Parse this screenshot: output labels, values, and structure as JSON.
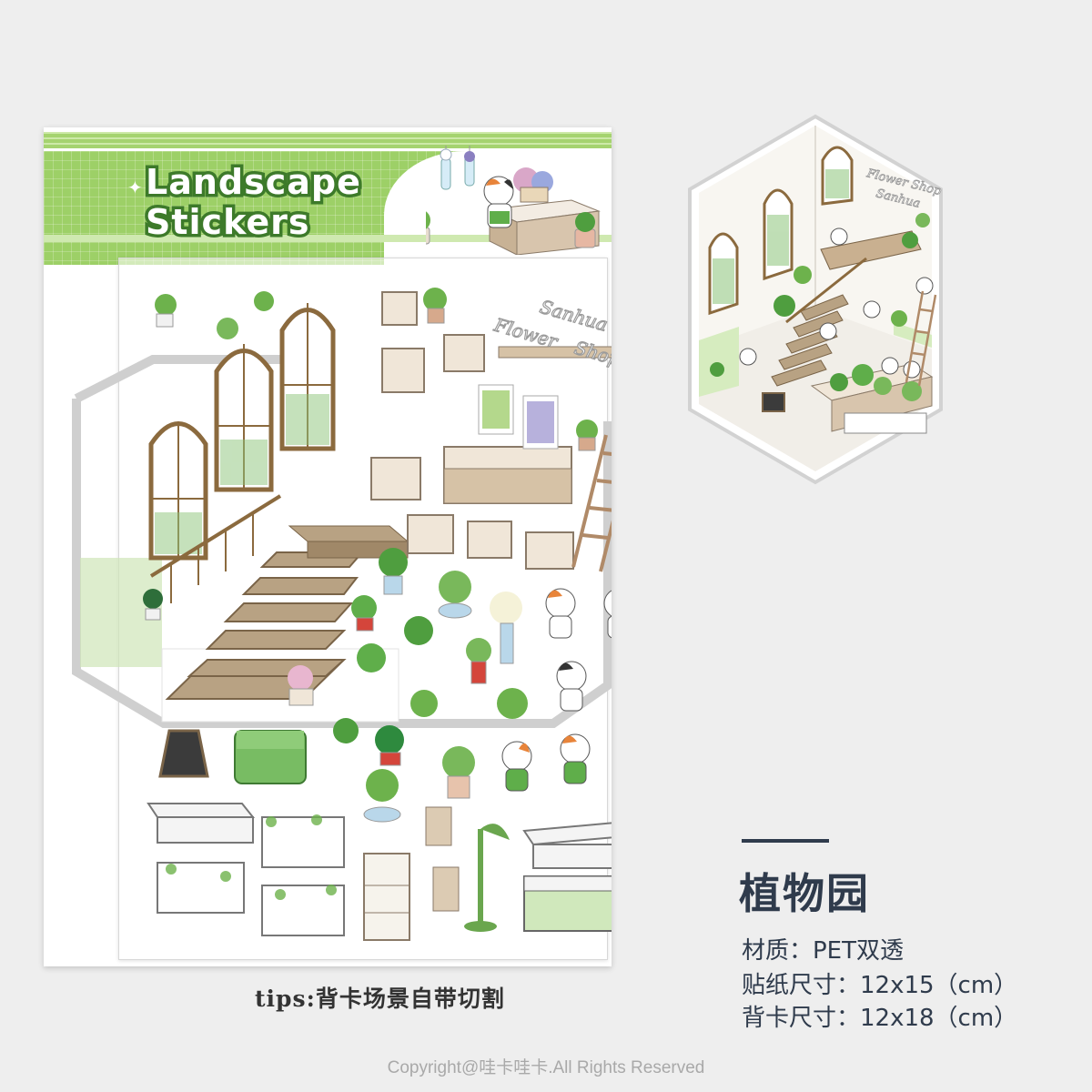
{
  "banner": {
    "title_line1": "Landscape",
    "title_line2": "Stickers"
  },
  "sticker_sheet": {
    "sign_lines": [
      "Sanhua",
      "Flower",
      "Shop"
    ]
  },
  "preview": {
    "sign_line1": "Flower Shop",
    "sign_line2": "Sanhua"
  },
  "product": {
    "name": "植物园",
    "material": "材质：PET双透",
    "sticker_size": "贴纸尺寸：12x15（cm）",
    "card_size": "背卡尺寸：12x18（cm）"
  },
  "tips": "tips:背卡场景自带切割",
  "copyright": "Copyright@哇卡哇卡.All Rights Reserved",
  "colors": {
    "banner_green": "#9dd067",
    "title_outline": "#3d7a2a",
    "wood": "#b8a283",
    "text_dark": "#2f3b4c"
  }
}
